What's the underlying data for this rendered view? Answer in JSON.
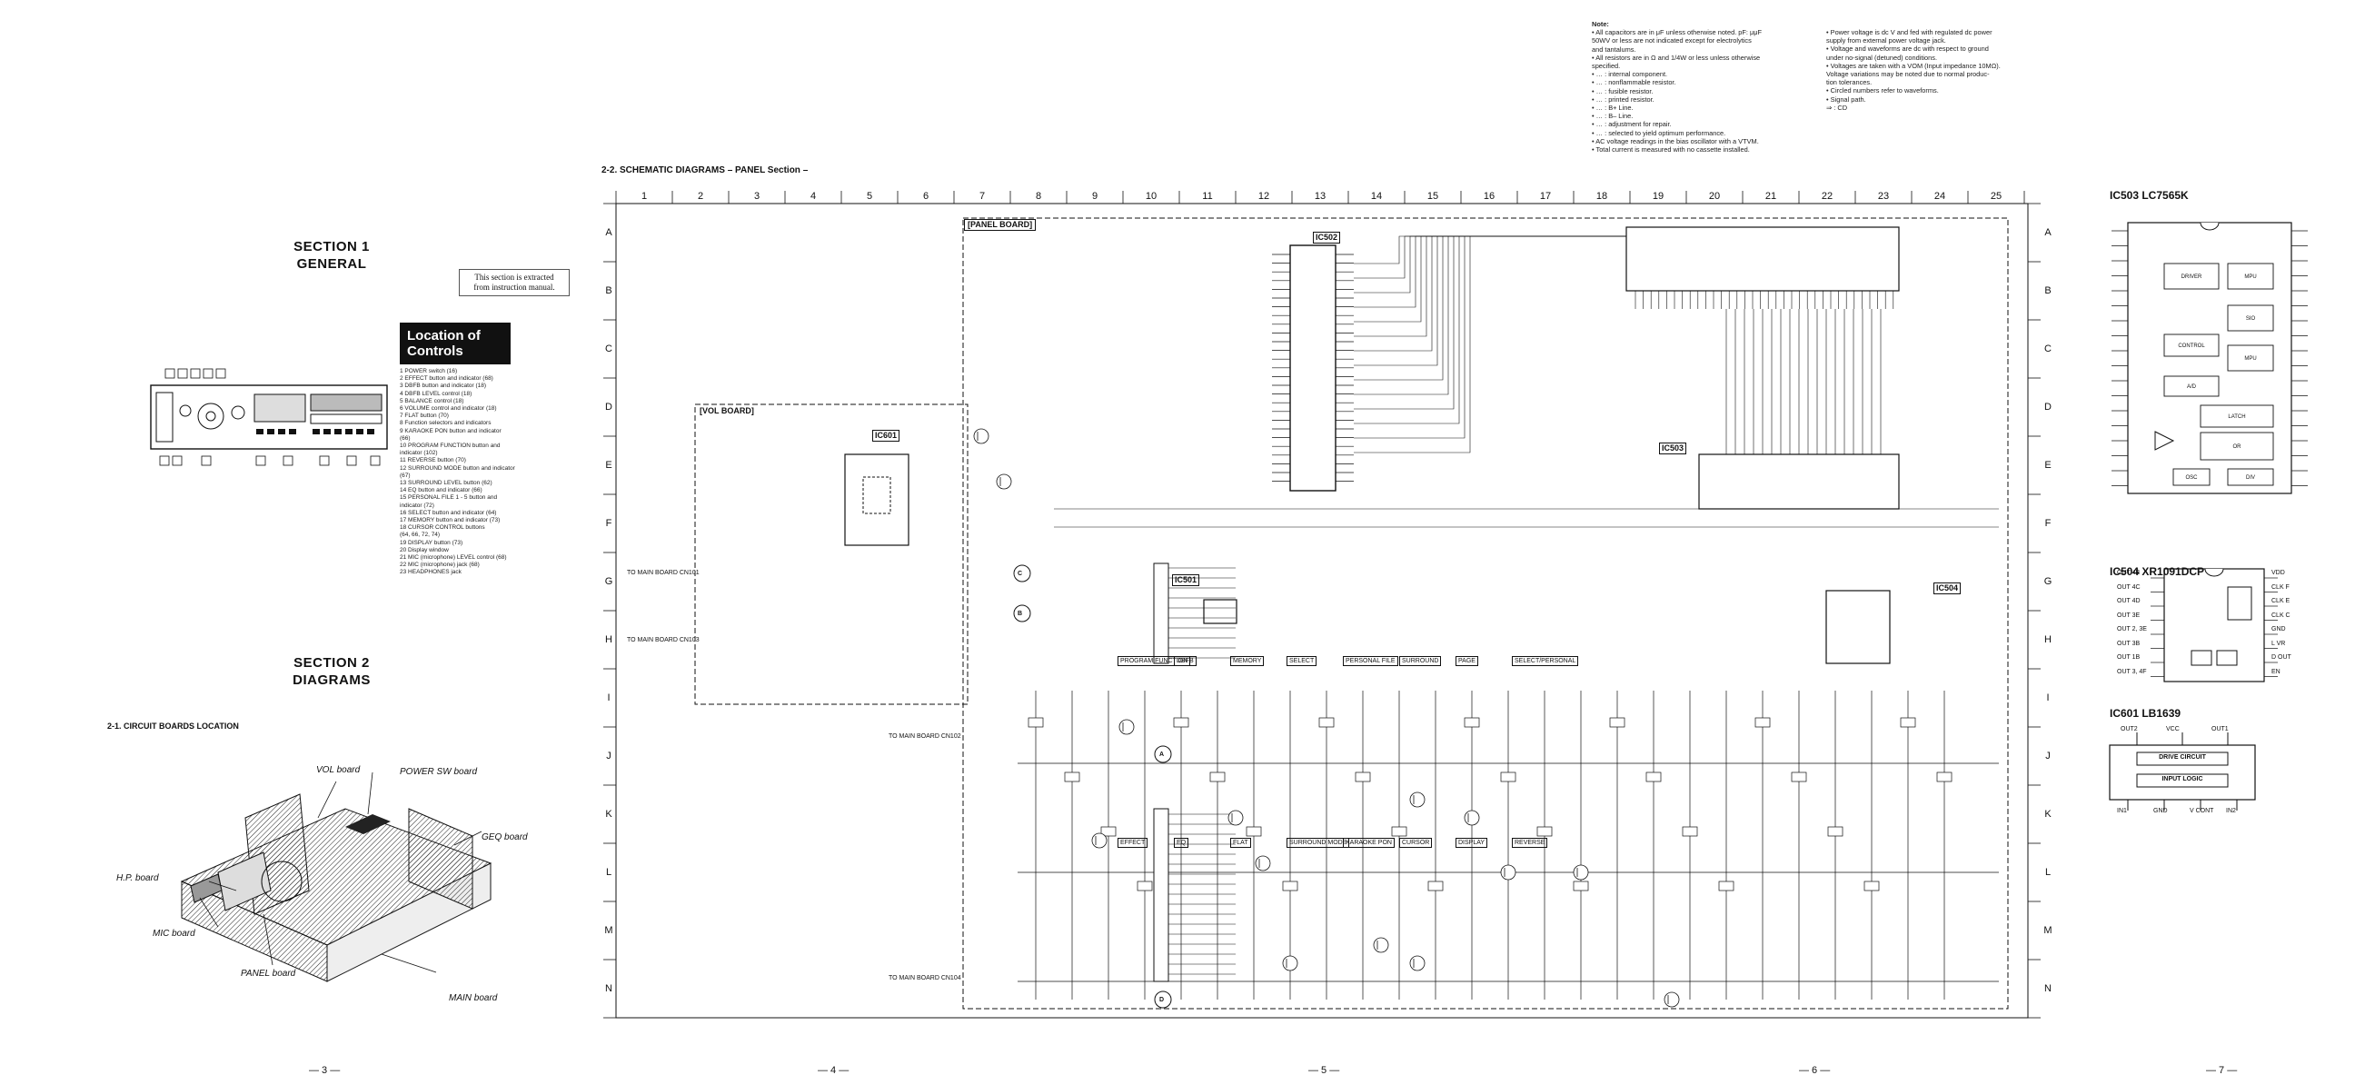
{
  "page1": {
    "section1": {
      "line1": "SECTION 1",
      "line2": "GENERAL"
    },
    "extract_note": {
      "line1": "This section is extracted",
      "line2": "from instruction manual."
    },
    "location": {
      "title_line1": "Location of",
      "title_line2": "Controls",
      "items": [
        "1  POWER switch (16)",
        "2  EFFECT button and indicator (68)",
        "3  DBFB button and indicator (18)",
        "4  DBFB LEVEL control (18)",
        "5  BALANCE control (18)",
        "6  VOLUME control and indicator (18)",
        "7  FLAT button (70)",
        "8  Function selectors and indicators",
        "9  KARAOKE PON button and indicator",
        "   (66)",
        "10 PROGRAM FUNCTION button and",
        "   indicator (102)",
        "11 REVERSE button (70)",
        "12 SURROUND MODE button and indicator",
        "   (67)",
        "13 SURROUND LEVEL button (62)",
        "14 EQ button and indicator (66)",
        "15 PERSONAL FILE 1 - 5 button and",
        "   indicator (72)",
        "16 SELECT button and indicator (64)",
        "17 MEMORY button and indicator (73)",
        "18 CURSOR CONTROL buttons",
        "   (64, 66, 72, 74)",
        "19 DISPLAY button (73)",
        "20 Display window",
        "21 MIC (microphone) LEVEL control (68)",
        "22 MIC (microphone) jack (68)",
        "23 HEADPHONES jack"
      ]
    },
    "section2": {
      "line1": "SECTION 2",
      "line2": "DIAGRAMS"
    },
    "boards_title": "2-1. CIRCUIT BOARDS LOCATION",
    "board_labels": {
      "vol": "VOL board",
      "power_sw": "POWER SW board",
      "geq": "GEQ board",
      "hp": "H.P. board",
      "mic": "MIC board",
      "panel": "PANEL board",
      "main": "MAIN board"
    },
    "page_number": "— 3 —"
  },
  "schematic": {
    "title": "2-2. SCHEMATIC DIAGRAMS – PANEL Section –",
    "columns": [
      "1",
      "2",
      "3",
      "4",
      "5",
      "6",
      "7",
      "8",
      "9",
      "10",
      "11",
      "12",
      "13",
      "14",
      "15",
      "16",
      "17",
      "18",
      "19",
      "20",
      "21",
      "22",
      "23",
      "24",
      "25"
    ],
    "rows": [
      "A",
      "B",
      "C",
      "D",
      "E",
      "F",
      "G",
      "H",
      "I",
      "J",
      "K",
      "L",
      "M",
      "N"
    ],
    "panel_board": "[PANEL BOARD]",
    "vol_board": "[VOL BOARD]",
    "ic_labels": {
      "ic502": "IC502",
      "ic601": "IC601",
      "ic501": "IC501",
      "ic503": "IC503",
      "ic504": "IC504"
    },
    "connectors": {
      "c": "C",
      "b": "B",
      "a": "A",
      "d": "D",
      "to_main_c": "TO MAIN BOARD CN101",
      "to_main_b": "TO MAIN BOARD CN103",
      "to_main_a": "TO MAIN BOARD CN102",
      "to_main_d": "TO MAIN BOARD CN104"
    },
    "switch_labels": [
      "PROGRAM FUNCTION",
      "DBFB",
      "MEMORY",
      "SELECT",
      "PERSONAL FILE",
      "SURROUND",
      "PAGE",
      "SELECT/PERSONAL",
      "EFFECT",
      "EQ",
      "FLAT",
      "SURROUND MODE",
      "KARAOKE PON",
      "CURSOR",
      "DISPLAY",
      "REVERSE"
    ],
    "page_numbers": [
      "— 4 —",
      "— 5 —",
      "— 6 —"
    ]
  },
  "notes": {
    "heading": "Note:",
    "left": [
      "• All capacitors are in μF unless otherwise noted. pF: μμF",
      "  50WV or less are not indicated except for electrolytics",
      "  and tantalums.",
      "• All resistors are in Ω and 1/4W or less unless otherwise",
      "  specified.",
      "• … : internal component.",
      "• … : nonflammable resistor.",
      "• … : fusible resistor.",
      "• … : printed resistor.",
      "• … : B+ Line.",
      "• … : B– Line.",
      "• … : adjustment for repair.",
      "• … : selected to yield optimum performance.",
      "• AC voltage readings in the bias oscillator with a VTVM.",
      "• Total current is measured with no cassette installed."
    ],
    "right": [
      "• Power voltage is dc    V and fed with regulated dc power",
      "  supply from external power voltage jack.",
      "• Voltage and waveforms are dc with respect to ground",
      "  under no-signal (detuned) conditions.",
      "• Voltages are taken with a VOM (Input impedance 10MΩ).",
      "  Voltage variations may be noted due to normal produc-",
      "  tion tolerances.",
      "• Circled numbers refer to waveforms.",
      "• Signal path.",
      "      ⇒ : CD"
    ]
  },
  "page7": {
    "ic503": "IC503  LC7565K",
    "ic504": "IC504  XR1091DCP",
    "ic601": "IC601  LB1639",
    "ic503_blocks": [
      "DRIVER",
      "MPU",
      "SIO",
      "CONTROL",
      "MPU",
      "A/D",
      "LATCH",
      "OR",
      "OSC",
      "DIV"
    ],
    "ic504_pins_left": [
      "OUT 4B",
      "OUT 4C",
      "OUT 4D",
      "OUT 3E",
      "OUT 2, 3E",
      "OUT 3B",
      "OUT 1B",
      "OUT 3, 4F"
    ],
    "ic504_pins_right": [
      "VDD",
      "CLK F",
      "CLK E",
      "CLK C",
      "GND",
      "L VR",
      "D OUT",
      "EN"
    ],
    "ic601_top": [
      "OUT2",
      "VCC",
      "OUT1"
    ],
    "ic601_blocks": [
      "DRIVE CIRCUIT",
      "INPUT LOGIC"
    ],
    "ic601_bottom": [
      "IN1",
      "GND",
      "V CONT",
      "IN2"
    ],
    "page_number": "— 7 —"
  }
}
